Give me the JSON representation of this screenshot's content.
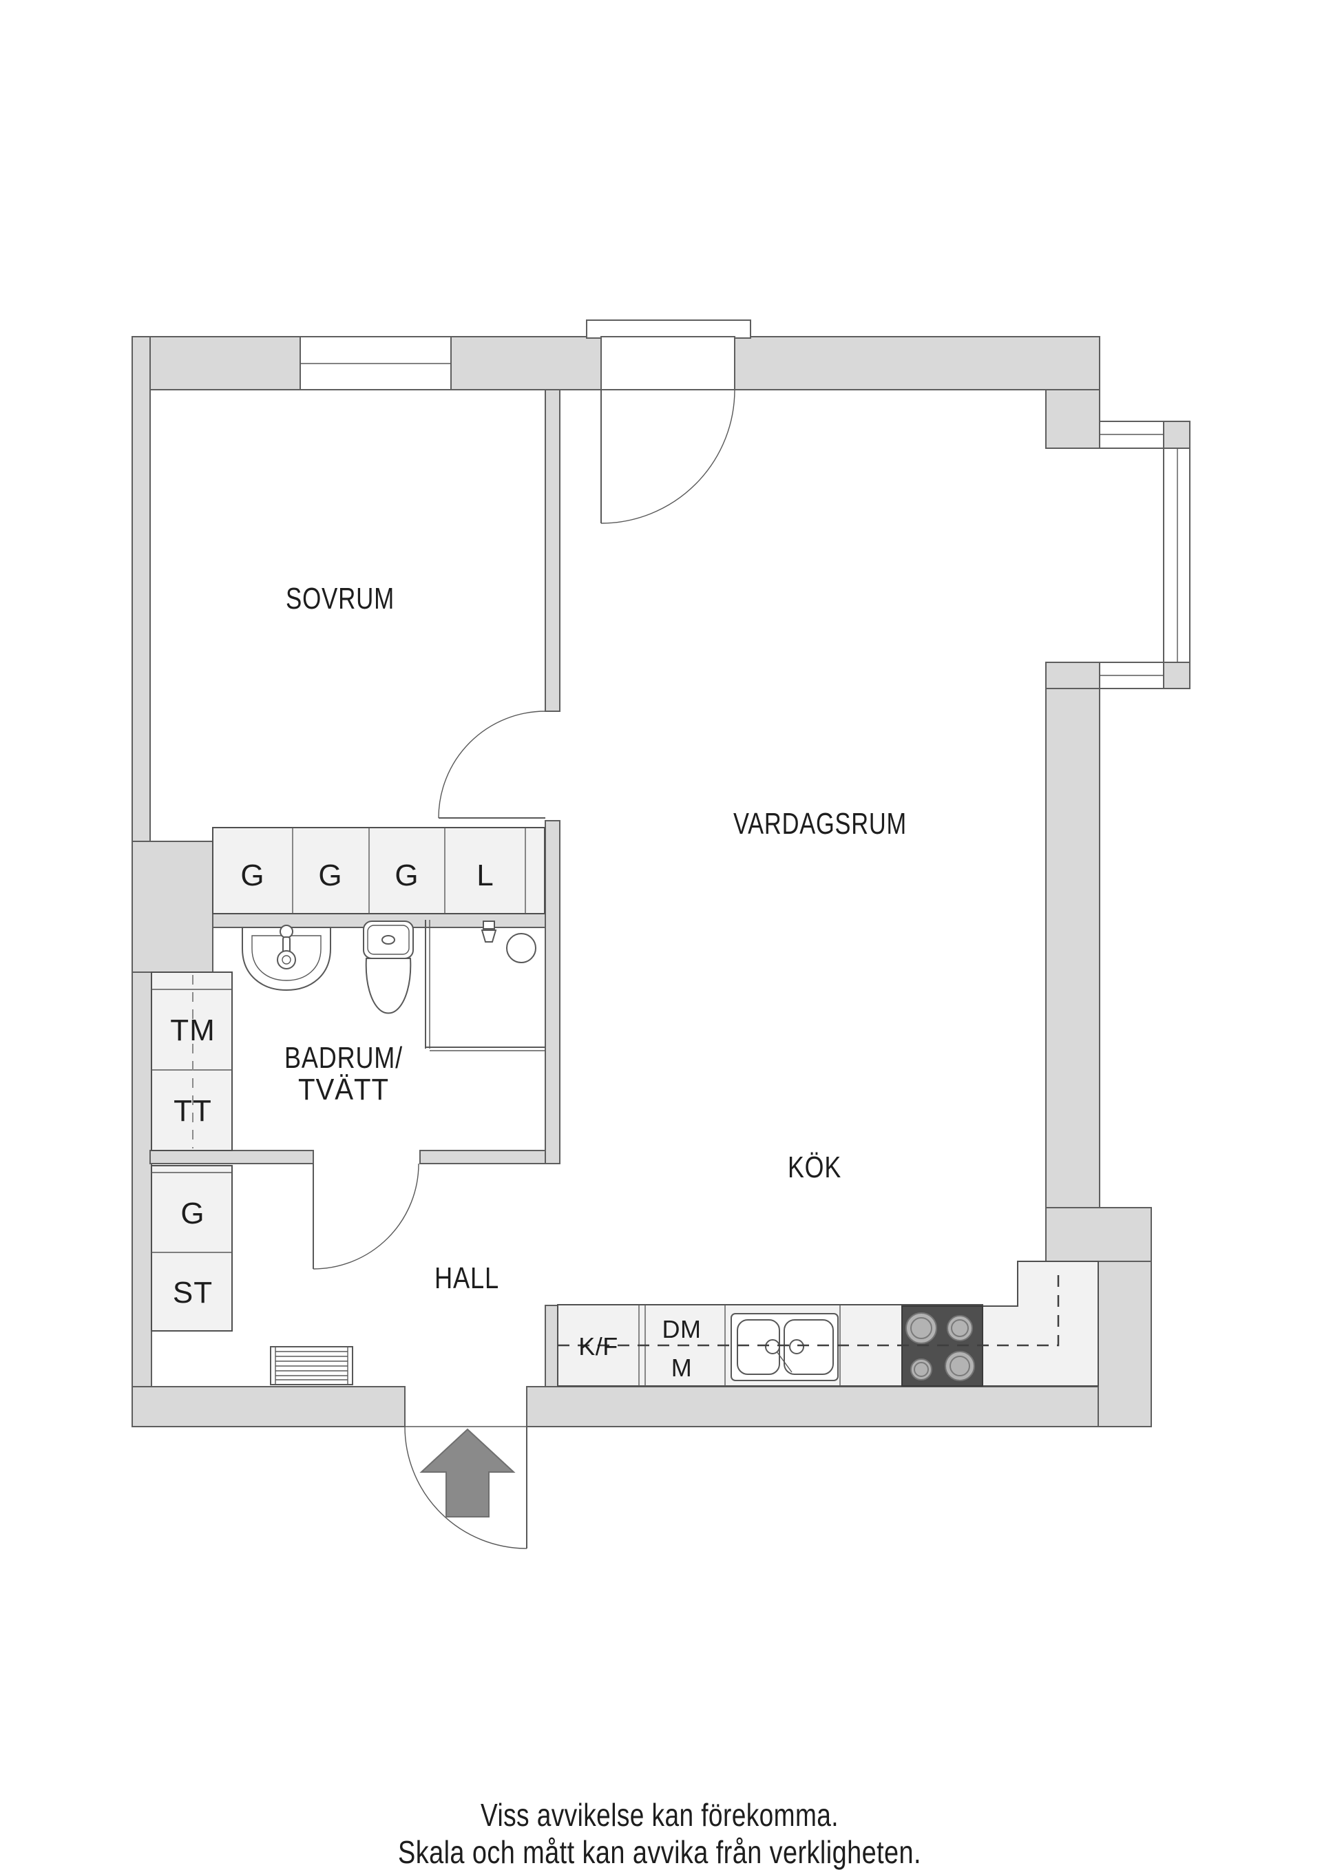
{
  "floorplan": {
    "rooms": {
      "bedroom": "SOVRUM",
      "living_room": "VARDAGSRUM",
      "kitchen": "KÖK",
      "hall": "HALL",
      "bathroom_line1": "BADRUM/",
      "bathroom_line2": "TVÄTT"
    },
    "wardrobes": {
      "bedroom_1": "G",
      "bedroom_2": "G",
      "bedroom_3": "G",
      "linen": "L",
      "hall_wardrobe": "G",
      "cleaning_closet": "ST"
    },
    "laundry": {
      "washing_machine": "TM",
      "tumble_dryer": "TT"
    },
    "kitchen_units": {
      "fridge_freezer": "K/F",
      "dishwasher": "DM",
      "microwave": "M"
    },
    "disclaimer": {
      "line1": "Viss avvikelse kan förekomma.",
      "line2": "Skala och mått kan avvika från verkligheten."
    },
    "colors": {
      "wall_fill": "#d9d9d9",
      "outline": "#5e5e5e",
      "furniture_fill": "#f2f2f2",
      "stove_fill": "#4f4f4f",
      "burner_fill": "#b3b3b3",
      "arrow_fill": "#8a8a8a",
      "label_color": "#1d1d1d"
    }
  }
}
